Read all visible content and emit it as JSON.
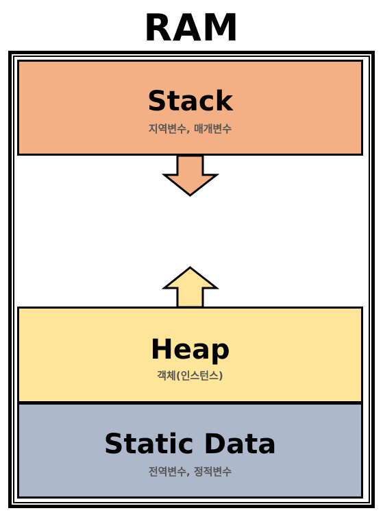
{
  "title": "RAM",
  "blocks": {
    "stack": {
      "name": "Stack",
      "description": "지역변수, 매개변수",
      "color": "#f3b084"
    },
    "heap": {
      "name": "Heap",
      "description": "객체(인스턴스)",
      "color": "#fee599"
    },
    "static_data": {
      "name": "Static Data",
      "description": "전역변수, 정적변수",
      "color": "#adb9ca"
    }
  },
  "arrows": {
    "stack_growth": {
      "direction": "down",
      "color": "#f3b084"
    },
    "heap_growth": {
      "direction": "up",
      "color": "#fee599"
    }
  }
}
